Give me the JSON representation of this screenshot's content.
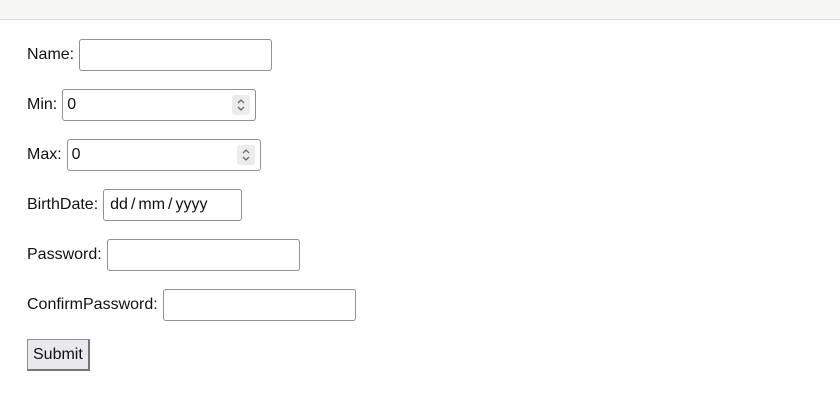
{
  "form": {
    "name": {
      "label": "Name:",
      "value": ""
    },
    "min": {
      "label": "Min:",
      "value": "0"
    },
    "max": {
      "label": "Max:",
      "value": "0"
    },
    "birthdate": {
      "label": "BirthDate:",
      "day": "dd",
      "month": "mm",
      "year": "yyyy",
      "separator": "/"
    },
    "password": {
      "label": "Password:",
      "value": ""
    },
    "confirm_password": {
      "label": "ConfirmPassword:",
      "value": ""
    },
    "submit_label": "Submit"
  },
  "icons": {
    "spinner": "chevron-up-down-icon"
  }
}
